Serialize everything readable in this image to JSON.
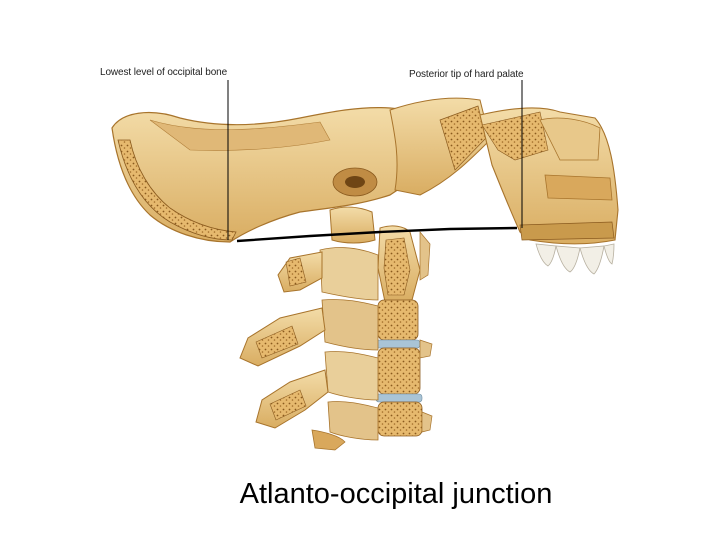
{
  "slide": {
    "title": "Atlanto-occipital junction"
  },
  "labels": {
    "occipital": "Lowest level of occipital bone",
    "palate": "Posterior tip of hard palate"
  },
  "colors": {
    "bone": "#e8c88a",
    "bone_shadow": "#c99a4c",
    "bone_dark": "#a8742c",
    "marrow": "#d9a85c",
    "cartilage": "#a9c4d6",
    "teeth": "#f2efe6",
    "line": "#000000"
  }
}
